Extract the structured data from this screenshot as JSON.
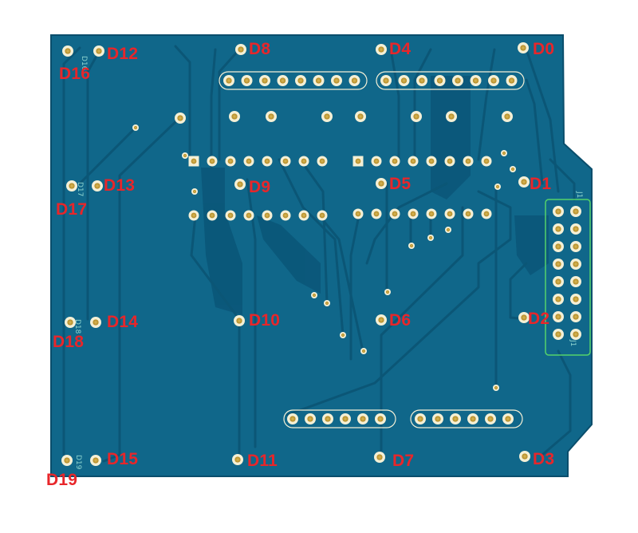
{
  "image": {
    "subject": "blue printed circuit board, bottom side",
    "colors": {
      "background": "#ffffff",
      "board": "#10678a",
      "trace": "#0c5a7c",
      "pad_ring": "#f4f0d6",
      "pad_hole": "#c8a436",
      "silkscreen": "#8fd6d0",
      "outline_green": "#54d36a",
      "label_red": "#e8262a"
    }
  },
  "labels": {
    "d0": "D0",
    "d1": "D1",
    "d2": "D2",
    "d3": "D3",
    "d4": "D4",
    "d5": "D5",
    "d6": "D6",
    "d7": "D7",
    "d8": "D8",
    "d9": "D9",
    "d10": "D10",
    "d11": "D11",
    "d12": "D12",
    "d13": "D13",
    "d14": "D14",
    "d15": "D15",
    "d16": "D16",
    "d17": "D17",
    "d18": "D18",
    "d19": "D19"
  }
}
